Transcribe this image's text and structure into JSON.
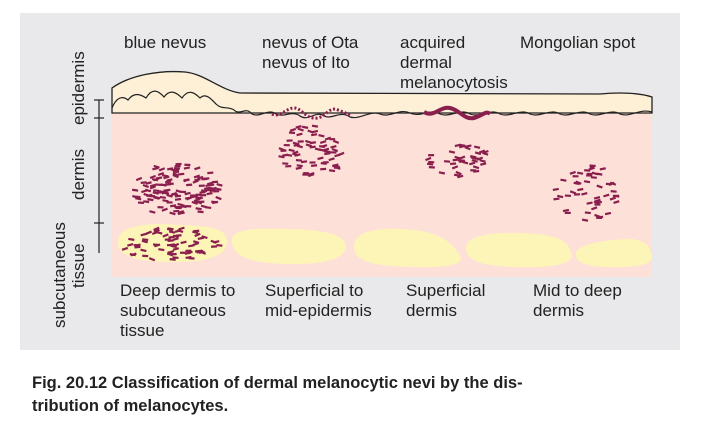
{
  "axis_labels": {
    "epidermis": "epidermis",
    "dermis": "dermis",
    "subcutaneous_1": "subcutaneous",
    "subcutaneous_2": "tissue"
  },
  "top_labels": [
    {
      "lines": [
        "blue nevus"
      ]
    },
    {
      "lines": [
        "nevus of Ota",
        "nevus of Ito"
      ]
    },
    {
      "lines": [
        "acquired",
        "dermal",
        "melanocytosis"
      ]
    },
    {
      "lines": [
        "Mongolian spot"
      ]
    }
  ],
  "bottom_labels": [
    {
      "lines": [
        "Deep dermis to",
        "subcutaneous",
        "tissue"
      ]
    },
    {
      "lines": [
        "Superficial to",
        "mid-epidermis"
      ]
    },
    {
      "lines": [
        "Superficial",
        "dermis"
      ]
    },
    {
      "lines": [
        "Mid to deep",
        "dermis"
      ]
    }
  ],
  "caption": {
    "lines": [
      "Fig. 20.12 Classification of dermal melanocytic nevi by the dis-",
      "tribution of melanocytes."
    ]
  },
  "colors": {
    "panel": "#e9e8ea",
    "dermis": "#fde0d8",
    "epidermis": "#fdf0d6",
    "fat": "#fdf5b8",
    "melanocyte": "#8a1f4e"
  }
}
